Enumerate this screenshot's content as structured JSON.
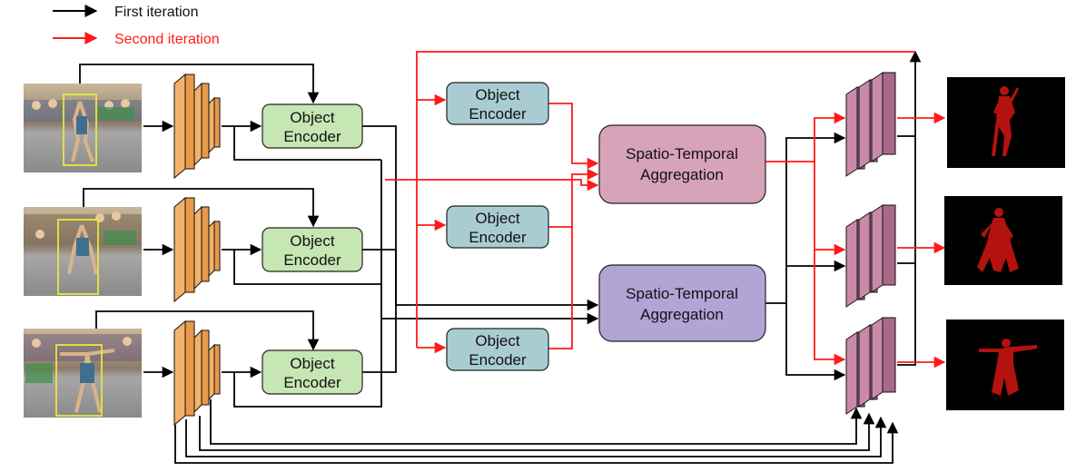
{
  "legend": {
    "first": {
      "label": "First iteration",
      "color": "#000000"
    },
    "second": {
      "label": "Second iteration",
      "color": "#ff1a1a"
    }
  },
  "object_encoder": {
    "line1": "Object",
    "line2": "Encoder"
  },
  "sta": {
    "line1": "Spatio-Temporal",
    "line2": "Aggregation"
  },
  "colors": {
    "backbone": "#f4b26b",
    "object_encoder_first": "#c6e6b3",
    "object_encoder_second": "#a9ccd3",
    "sta_second": "#d7a3b8",
    "sta_first": "#b3a4d6",
    "decoder": "#c98aaa",
    "mask_bg": "#000000",
    "mask_fg": "#b3120e"
  },
  "icons": {
    "input_frames": "dancer-photo",
    "output_masks": "segmentation-mask"
  }
}
